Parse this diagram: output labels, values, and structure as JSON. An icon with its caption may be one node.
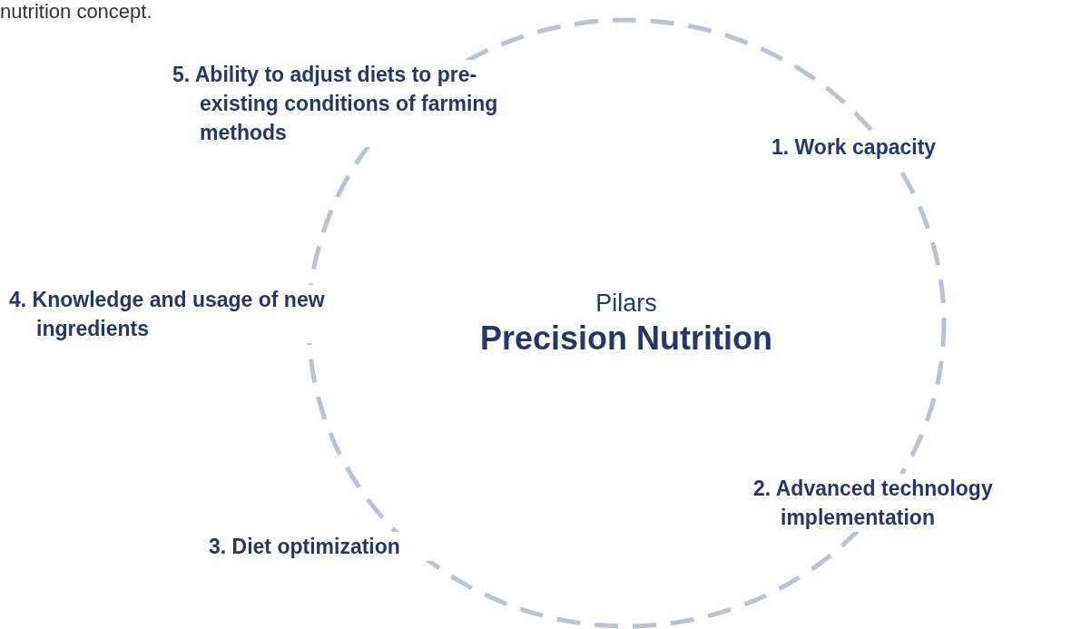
{
  "diagram": {
    "nodes": [
      {
        "text": [
          "Pilars",
          "Precision Nutrition"
        ]
      },
      {
        "text": [
          "5. Ability to adjust diets to pre-existing conditions of farming methods"
        ]
      },
      {
        "text": [
          "1. Work capacity"
        ]
      },
      {
        "text": [
          "4. Knowledge and usage of new ingredients"
        ]
      },
      {
        "text": [
          "2. Advanced technology implementation"
        ]
      },
      {
        "text": [
          "3. Diet optimization"
        ]
      }
    ],
    "edges": [],
    "labels": [
      "nutrition concept."
    ]
  }
}
